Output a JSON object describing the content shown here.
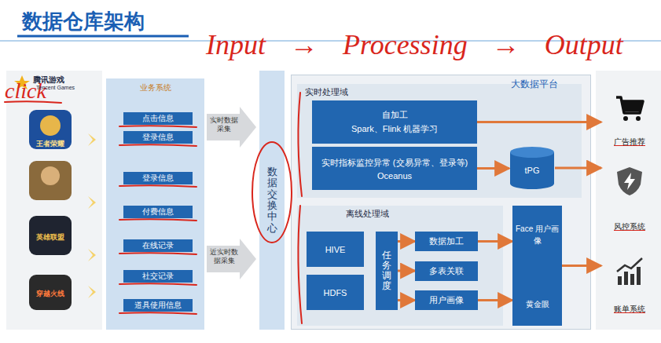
{
  "diagram": {
    "title": "数据仓库架构",
    "nodes": [
      {
        "text": [
          "业务系统"
        ]
      },
      {
        "text": [
          "点击信息"
        ],
        "in": 0
      },
      {
        "text": [
          "登录信息"
        ],
        "in": 0
      },
      {
        "text": [
          "登录信息"
        ],
        "in": 0
      },
      {
        "text": [
          "付费信息"
        ],
        "in": 0
      },
      {
        "text": [
          "在线记录"
        ],
        "in": 0
      },
      {
        "text": [
          "社交记录"
        ],
        "in": 0
      },
      {
        "text": [
          "道具使用信息"
        ],
        "in": 0
      },
      {
        "text": [
          "数据交换中心"
        ]
      },
      {
        "text": [
          "大数据平台"
        ]
      },
      {
        "text": [
          "实时处理域"
        ],
        "in": 9
      },
      {
        "text": [
          "自加工",
          "Spark、Flink 机器学习"
        ],
        "in": 10
      },
      {
        "text": [
          "实时指标监控异常 (交易异常、登录等)",
          "Oceanus"
        ],
        "in": 10
      },
      {
        "text": [
          "tPG"
        ],
        "in": 10
      },
      {
        "text": [
          "离线处理域"
        ],
        "in": 9
      },
      {
        "text": [
          "HIVE"
        ],
        "in": 14
      },
      {
        "text": [
          "HDFS"
        ],
        "in": 14
      },
      {
        "text": [
          "任务调度"
        ],
        "in": 14
      },
      {
        "text": [
          "数据加工"
        ],
        "in": 14
      },
      {
        "text": [
          "多表关联"
        ],
        "in": 14
      },
      {
        "text": [
          "用户画像"
        ],
        "in": 14
      },
      {
        "text": [
          "Face 用户画像",
          "黄金眼"
        ],
        "in": 9
      },
      {
        "text": [
          "广告推荐"
        ]
      },
      {
        "text": [
          "风控系统"
        ]
      },
      {
        "text": [
          "账单系统"
        ]
      }
    ],
    "edges": [
      {
        "from": 11,
        "to": 22,
        "arrow": "to"
      },
      {
        "from": 12,
        "to": 13,
        "arrow": "to"
      },
      {
        "from": 13,
        "to": 23,
        "arrow": "to"
      },
      {
        "from": 17,
        "to": 18,
        "arrow": "to"
      },
      {
        "from": 17,
        "to": 19,
        "arrow": "to"
      },
      {
        "from": 17,
        "to": 20,
        "arrow": "to"
      },
      {
        "from": 18,
        "to": 21,
        "arrow": "to"
      },
      {
        "from": 20,
        "to": 21,
        "arrow": "to"
      },
      {
        "from": 21,
        "to": 24,
        "arrow": "to"
      }
    ],
    "labels": [
      "Input → Processing → Output",
      "click",
      "腾讯游戏",
      "Tencent Games",
      "王者荣耀",
      "英雄联盟",
      "穿越火线",
      "实时数据采集",
      "近实时数据采集"
    ]
  }
}
